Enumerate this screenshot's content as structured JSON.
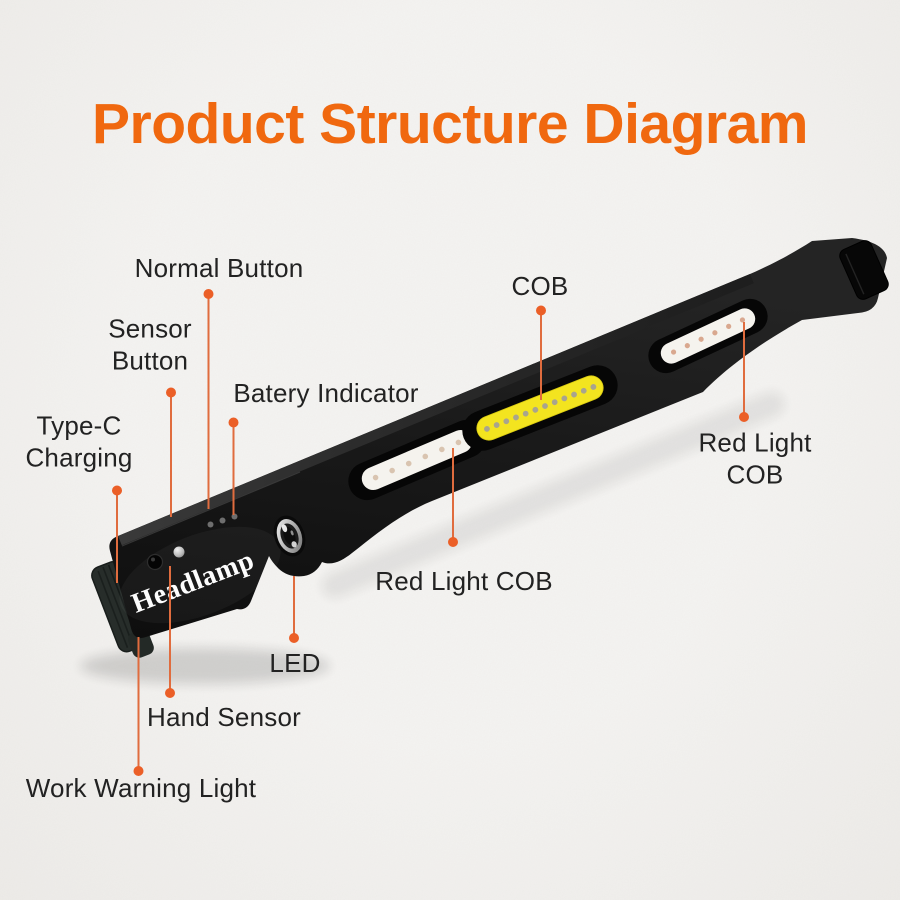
{
  "title": "Product Structure Diagram",
  "product": {
    "brand_text": "Headlamp",
    "type": "headband COB headlamp, shown diagonally from lower-left head unit to upper-right strap buckle"
  },
  "labels": {
    "normal_button": "Normal Button",
    "sensor_button": "Sensor\nButton",
    "battery_indicator": "Batery Indicator",
    "type_c_charging": "Type-C\nCharging",
    "cob": "COB",
    "red_light_cob_right": "Red Light COB",
    "red_light_cob_middle": "Red Light COB",
    "led": "LED",
    "hand_sensor": "Hand Sensor",
    "work_warning_light": "Work Warning Light"
  },
  "colors": {
    "title_orange": "#f0680f",
    "leader_line": "#e06c3e",
    "leader_dot": "#eb5f27",
    "body_black": "#161616",
    "cob_yellow": "#f3e41f",
    "strip_white": "#f5f3ee",
    "background": "#f1f0ee"
  }
}
